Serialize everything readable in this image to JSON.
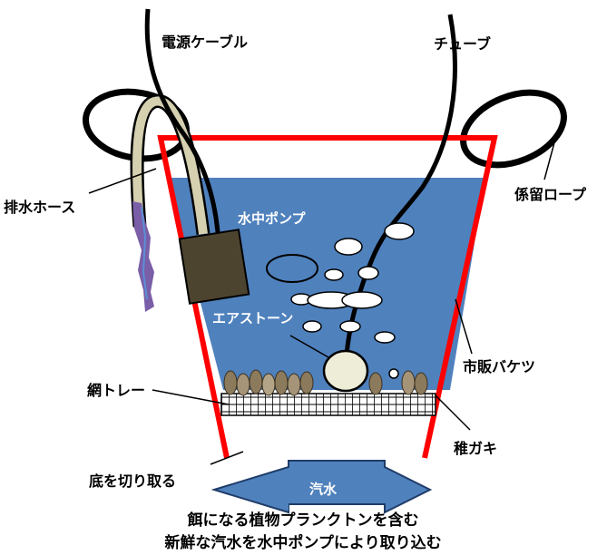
{
  "labels": {
    "power_cable": "電源ケーブル",
    "tube": "チューブ",
    "drain_hose": "排水ホース",
    "mooring_rope": "係留ロープ",
    "submersible_pump": "水中ポンプ",
    "air_stone": "エアストーン",
    "bucket": "市販バケツ",
    "net_tray": "網トレー",
    "juvenile_oysters": "稚ガキ",
    "cut_bottom": "底を切り取る",
    "brackish_water": "汽水"
  },
  "caption": {
    "line1": "餌になる植物プランクトンを含む",
    "line2": "新鮮な汽水を水中ポンプにより取り込む"
  },
  "colors": {
    "water": "#4f81bd",
    "bucket_rim": "#ff0000",
    "arrow": "#4f81bd",
    "pump": "#4d4430",
    "hose": "#d4d0b0",
    "drain_water": "#7a5ea8"
  }
}
